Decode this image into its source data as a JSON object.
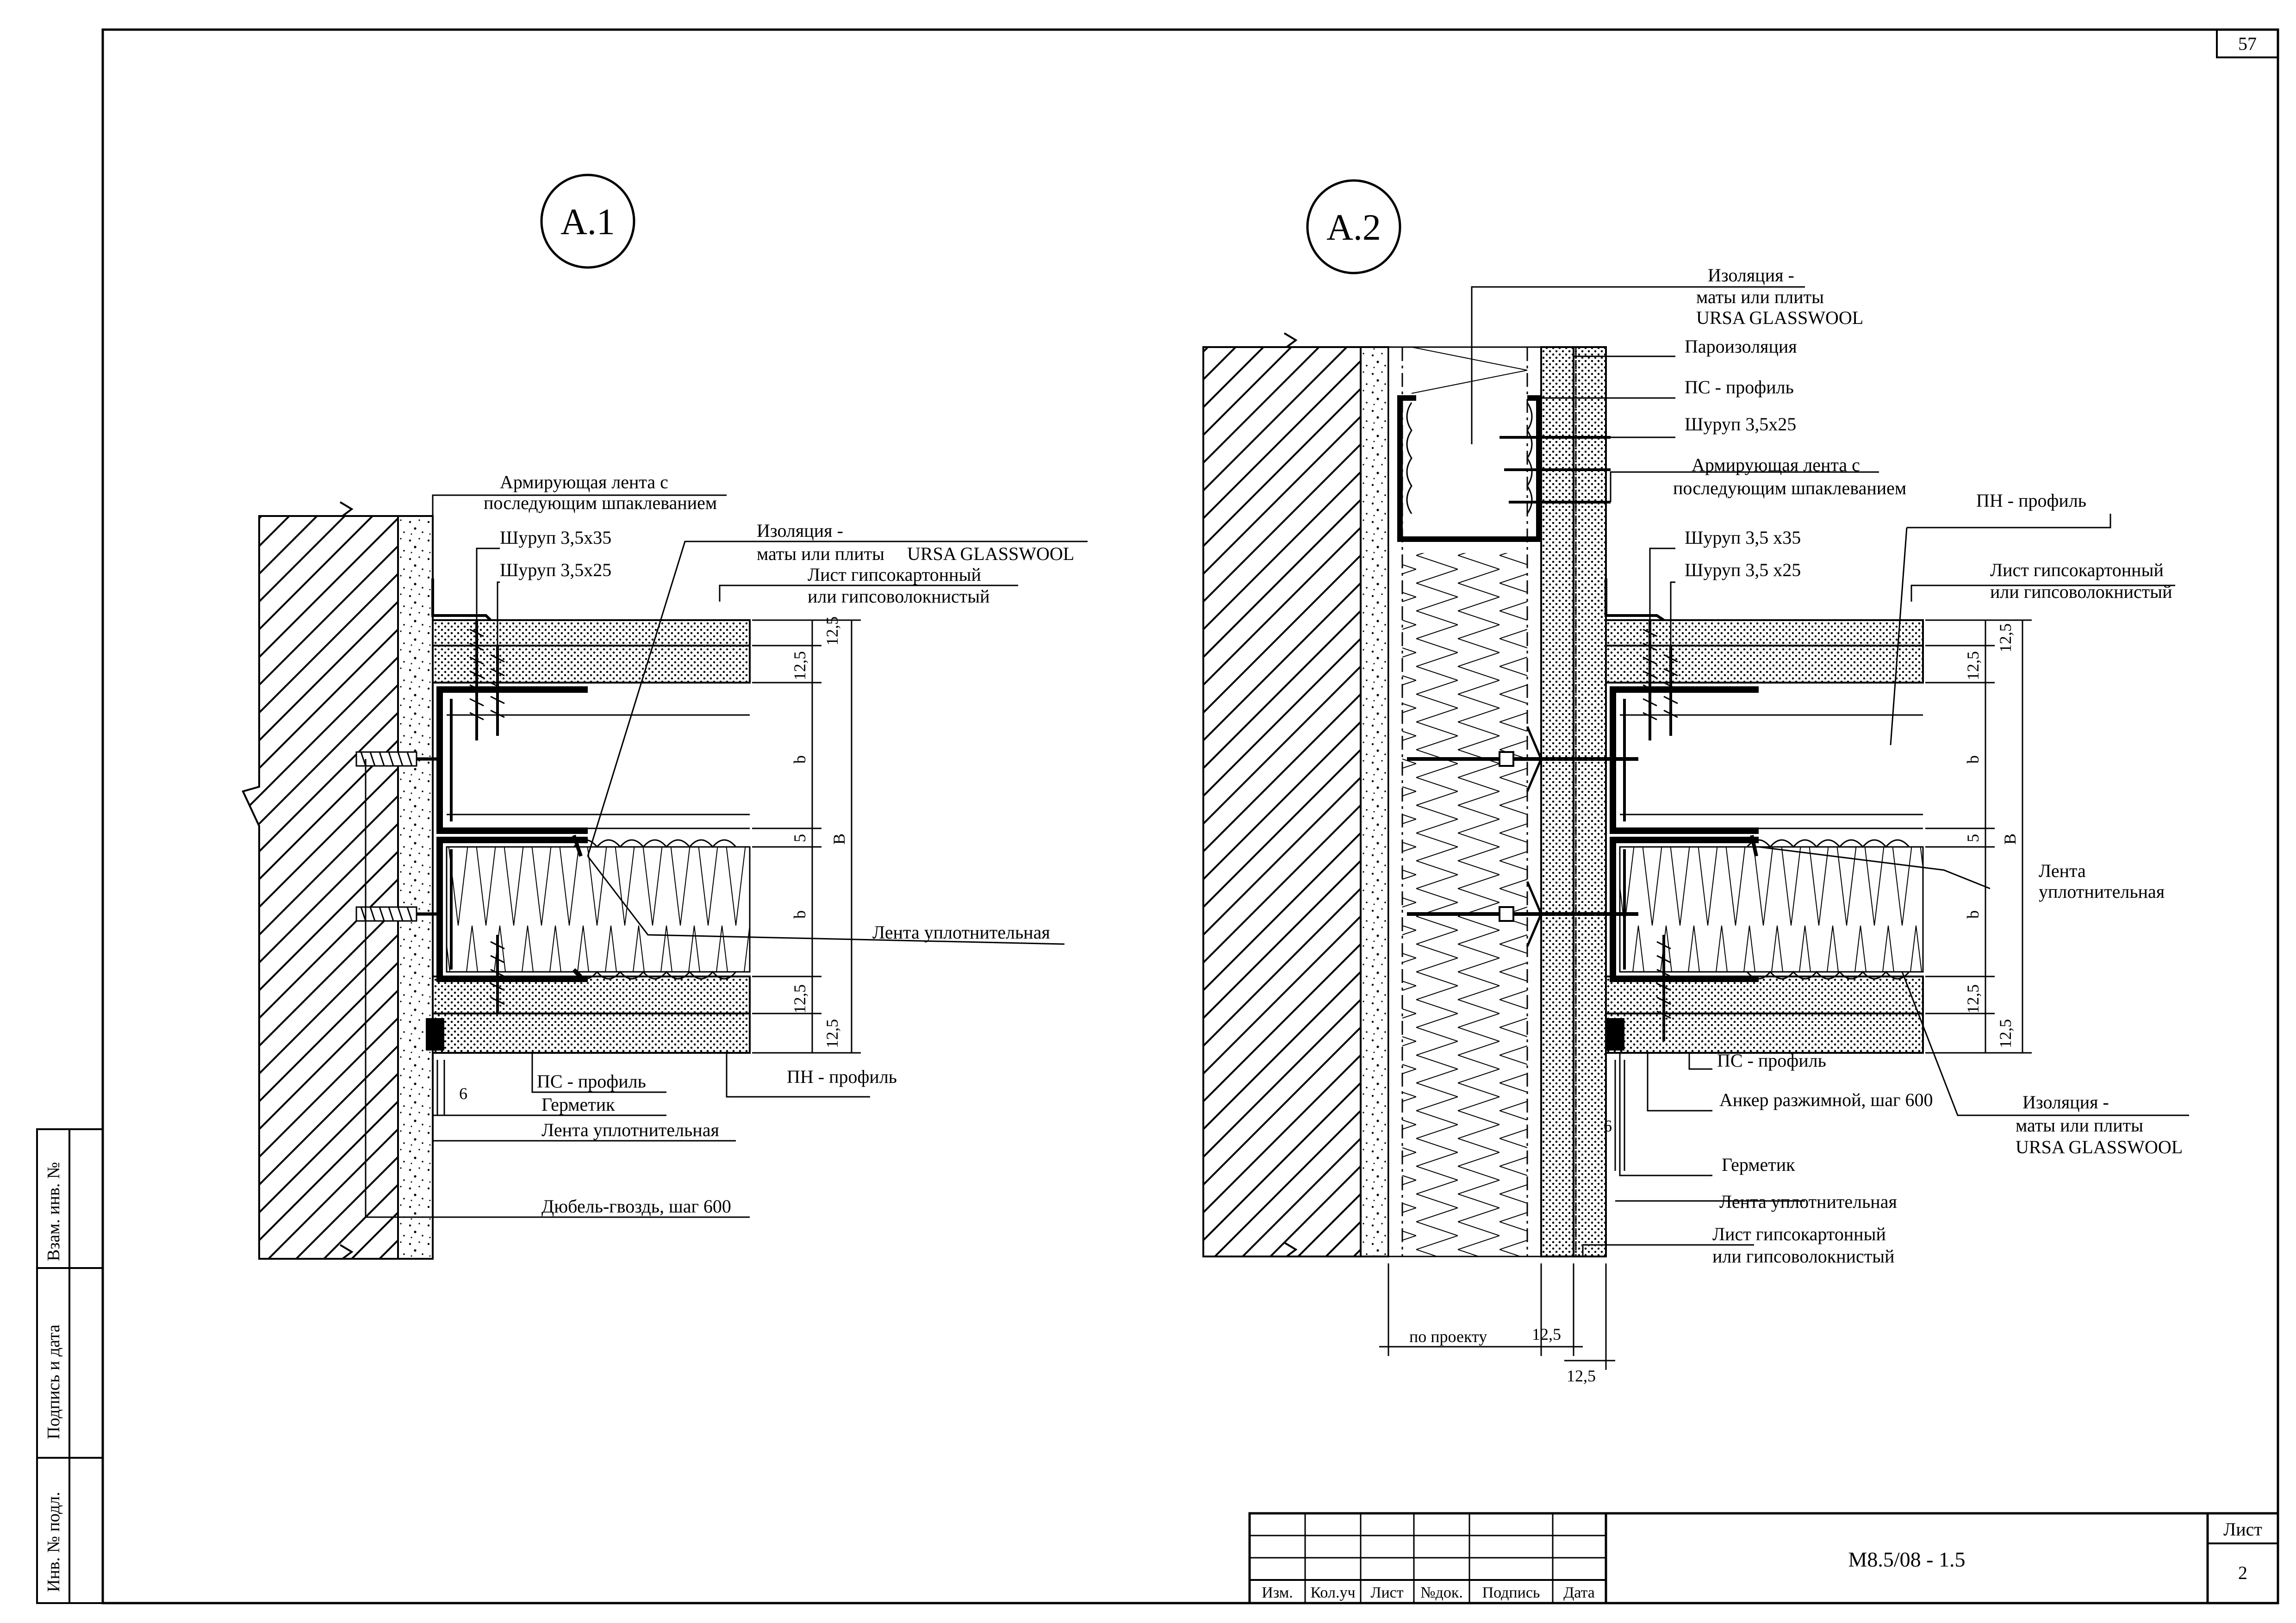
{
  "sheet": {
    "corner_number": "57",
    "code": "М8.5/08 - 1.5",
    "sheet_label": "Лист",
    "sheet_number": "2"
  },
  "title_block": {
    "columns": [
      "Изм.",
      "Кол.уч",
      "Лист",
      "№док.",
      "Подпись",
      "Дата"
    ]
  },
  "side_stamp": {
    "fields": [
      "Взам. инв. №",
      "Подпись и дата",
      "Инв. № подл."
    ]
  },
  "details": [
    {
      "id": "A.1",
      "labels": {
        "tape_l1": "Армирующая лента с",
        "tape_l2": "последующим шпаклеванием",
        "screw35": "Шуруп 3,5х35",
        "screw25": "Шуруп 3,5х25",
        "iso_l1": "Изоляция -",
        "iso_l2_a": "маты или плиты",
        "iso_l2_b": "URSA GLASSWOOL",
        "gk_l1": "Лист гипсокартонный",
        "gk_l2": "или гипсоволокнистый",
        "seal_tape_right": "Лента уплотнительная",
        "ps_profile": "ПС - профиль",
        "pn_profile": "ПН - профиль",
        "sealant": "Герметик",
        "seal_tape_bottom": "Лента уплотнительная",
        "dowel": "Дюбель-гвоздь, шаг 600"
      },
      "dims": {
        "d12_5": "12,5",
        "b": "b",
        "five": "5",
        "B": "B",
        "six": "6"
      }
    },
    {
      "id": "A.2",
      "labels": {
        "iso_top_l1": "Изоляция -",
        "iso_top_l2": "маты или плиты",
        "iso_top_l3": "URSA GLASSWOOL",
        "vapor": "Пароизоляция",
        "ps_top": "ПС - профиль",
        "screw25_top": "Шуруп 3,5х25",
        "tape_l1": "Армирующая лента с",
        "tape_l2": "последующим шпаклеванием",
        "pn_profile": "ПН - профиль",
        "screw35": "Шуруп 3,5 х35",
        "screw25": "Шуруп 3,5 х25",
        "gk_l1": "Лист гипсокартонный",
        "gk_l2": "или гипсоволокнистый",
        "seal_tape_l1": "Лента",
        "seal_tape_l2": "уплотнительная",
        "ps_bottom": "ПС - профиль",
        "anchor": "Анкер разжимной, шаг 600",
        "iso_bot_l1": "Изоляция -",
        "iso_bot_l2": "маты или плиты",
        "iso_bot_l3": "URSA GLASSWOOL",
        "sealant": "Герметик",
        "seal_tape_bottom": "Лента уплотнительная",
        "gk_bot_l1": "Лист гипсокартонный",
        "gk_bot_l2": "или гипсоволокнистый",
        "per_project": "по проекту"
      },
      "dims": {
        "d12_5": "12,5",
        "b": "b",
        "five": "5",
        "B": "B",
        "six": "6"
      }
    }
  ]
}
